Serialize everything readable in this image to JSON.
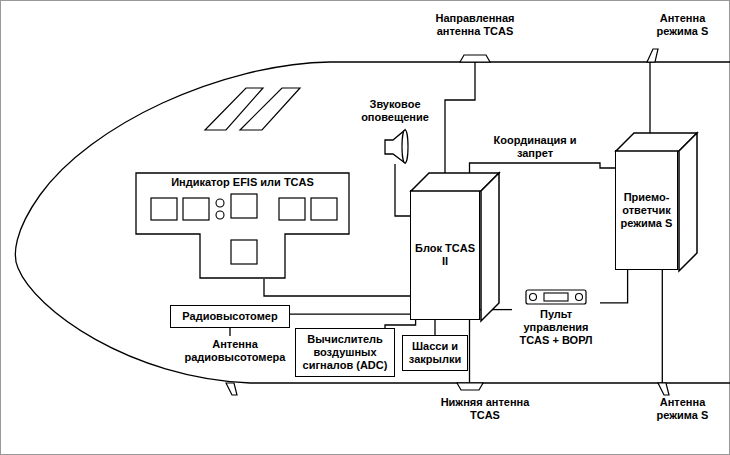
{
  "diagram": {
    "nodes": [
      {
        "text": [
          "Индикатор EFIS или TCAS"
        ]
      },
      {
        "text": [
          "Звуковое оповещение"
        ]
      },
      {
        "text": [
          "Направленная антенна TCAS"
        ]
      },
      {
        "text": [
          "Антенна режима S"
        ]
      },
      {
        "text": [
          "Блок TCAS II"
        ]
      },
      {
        "text": [
          "Приемо-ответчик режима S"
        ]
      },
      {
        "text": [
          "Радиовысотомер"
        ]
      },
      {
        "text": [
          "Вычислитель воздушных сигналов (ADC)"
        ]
      },
      {
        "text": [
          "Шасси и закрылки"
        ]
      },
      {
        "text": [
          "Пульт управления TCAS + ВОРЛ"
        ]
      },
      {
        "text": [
          "Антенна радиовысотомера"
        ]
      },
      {
        "text": [
          "Нижняя антенна TCAS"
        ]
      },
      {
        "text": [
          "Антенна режима S"
        ]
      }
    ],
    "edges": [
      {
        "from": 0,
        "to": 4,
        "arrow": "none"
      },
      {
        "from": 1,
        "to": 4,
        "arrow": "none"
      },
      {
        "from": 2,
        "to": 4,
        "arrow": "none"
      },
      {
        "from": 4,
        "to": 5,
        "label": "Координация и запрет",
        "arrow": "none"
      },
      {
        "from": 3,
        "to": 5,
        "arrow": "none"
      },
      {
        "from": 6,
        "to": 4,
        "arrow": "none"
      },
      {
        "from": 7,
        "to": 4,
        "arrow": "none"
      },
      {
        "from": 8,
        "to": 4,
        "arrow": "none"
      },
      {
        "from": 4,
        "to": 9,
        "arrow": "none"
      },
      {
        "from": 5,
        "to": 9,
        "arrow": "none"
      },
      {
        "from": 6,
        "to": 10,
        "arrow": "none"
      },
      {
        "from": 4,
        "to": 11,
        "arrow": "none"
      },
      {
        "from": 5,
        "to": 12,
        "arrow": "none"
      }
    ]
  }
}
